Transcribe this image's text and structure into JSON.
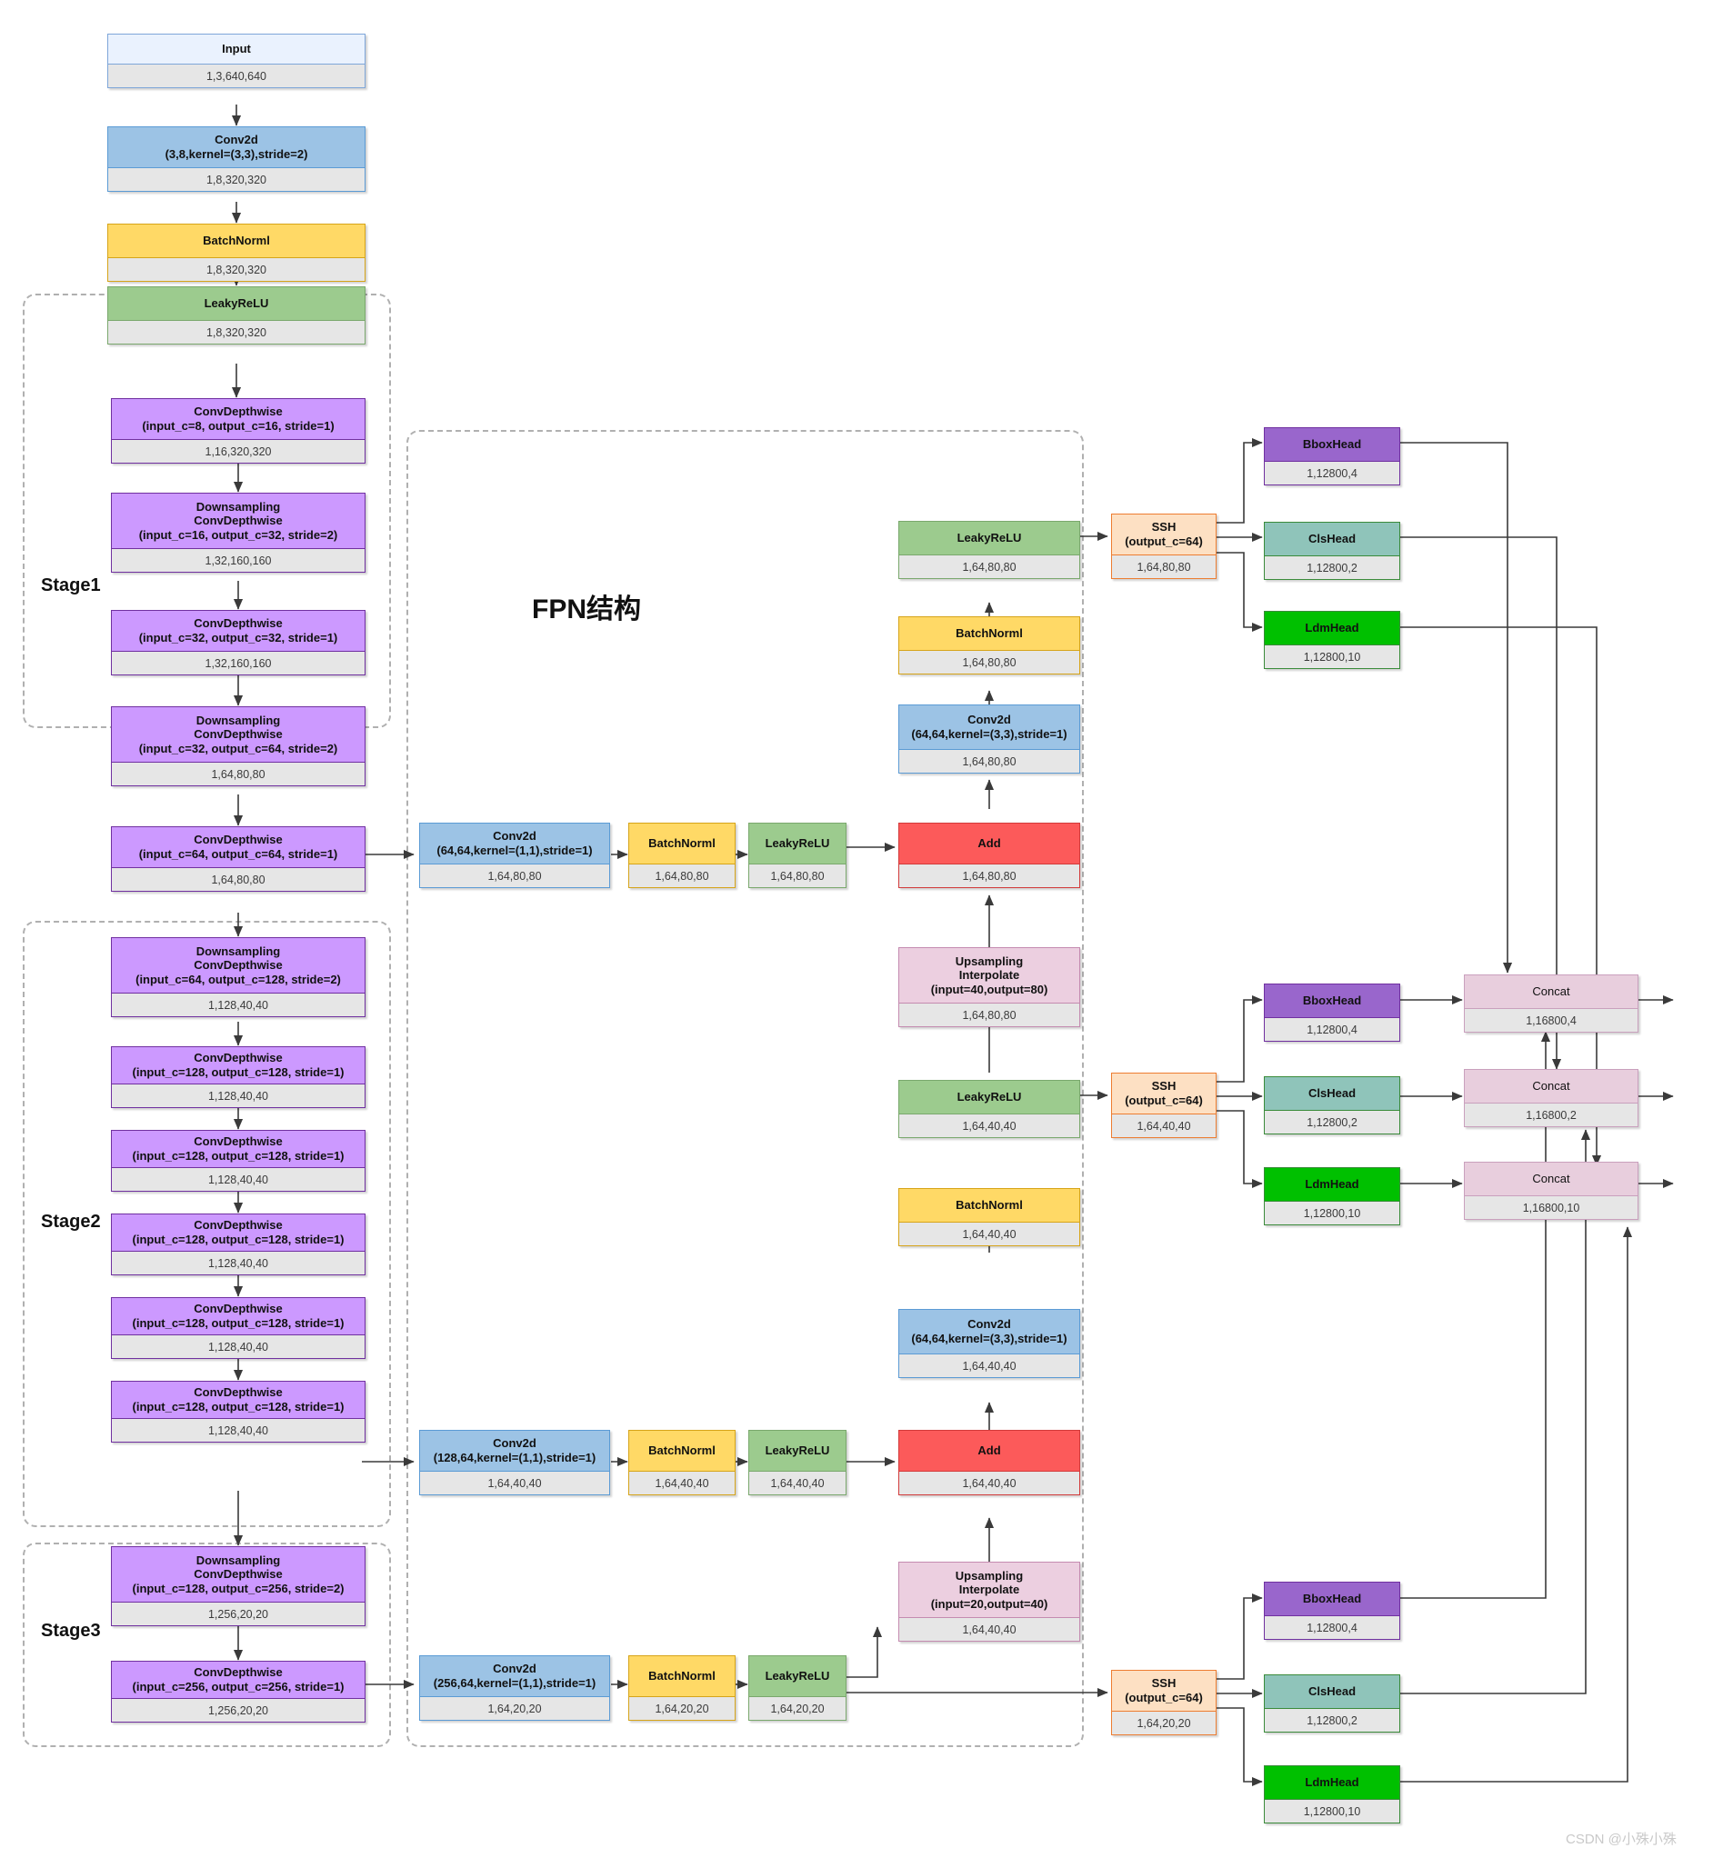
{
  "diagram": {
    "fpn_title": "FPN结构",
    "watermark": "CSDN @小殊小殊",
    "groups": [
      {
        "label": "Stage1"
      },
      {
        "label": "Stage2"
      },
      {
        "label": "Stage3"
      }
    ]
  },
  "nodes": {
    "input": {
      "title": "Input",
      "shape": "1,3,640,640"
    },
    "stem_conv": {
      "title": "Conv2d\n(3,8,kernel=(3,3),stride=2)",
      "shape": "1,8,320,320"
    },
    "stem_bn": {
      "title": "BatchNorml",
      "shape": "1,8,320,320"
    },
    "stem_relu": {
      "title": "LeakyReLU",
      "shape": "1,8,320,320"
    },
    "s1_dw1": {
      "title": "ConvDepthwise\n(input_c=8, output_c=16, stride=1)",
      "shape": "1,16,320,320"
    },
    "s1_dw2": {
      "title": "Downsampling\nConvDepthwise\n(input_c=16, output_c=32, stride=2)",
      "shape": "1,32,160,160"
    },
    "s1_dw3": {
      "title": "ConvDepthwise\n(input_c=32, output_c=32, stride=1)",
      "shape": "1,32,160,160"
    },
    "s1_dw4": {
      "title": "Downsampling\nConvDepthwise\n(input_c=32, output_c=64, stride=2)",
      "shape": "1,64,80,80"
    },
    "s1_dw5": {
      "title": "ConvDepthwise\n(input_c=64, output_c=64, stride=1)",
      "shape": "1,64,80,80"
    },
    "s2_dw1": {
      "title": "Downsampling\nConvDepthwise\n(input_c=64, output_c=128, stride=2)",
      "shape": "1,128,40,40"
    },
    "s2_dw2": {
      "title": "ConvDepthwise\n(input_c=128, output_c=128, stride=1)",
      "shape": "1,128,40,40"
    },
    "s2_dw3": {
      "title": "ConvDepthwise\n(input_c=128, output_c=128, stride=1)",
      "shape": "1,128,40,40"
    },
    "s2_dw4": {
      "title": "ConvDepthwise\n(input_c=128, output_c=128, stride=1)",
      "shape": "1,128,40,40"
    },
    "s2_dw5": {
      "title": "ConvDepthwise\n(input_c=128, output_c=128, stride=1)",
      "shape": "1,128,40,40"
    },
    "s2_dw6": {
      "title": "ConvDepthwise\n(input_c=128, output_c=128, stride=1)",
      "shape": "1,128,40,40"
    },
    "s3_dw1": {
      "title": "Downsampling\nConvDepthwise\n(input_c=128, output_c=256, stride=2)",
      "shape": "1,256,20,20"
    },
    "s3_dw2": {
      "title": "ConvDepthwise\n(input_c=256, output_c=256, stride=1)",
      "shape": "1,256,20,20"
    },
    "l1_conv": {
      "title": "Conv2d\n(64,64,kernel=(1,1),stride=1)",
      "shape": "1,64,80,80"
    },
    "l1_bn": {
      "title": "BatchNorml",
      "shape": "1,64,80,80"
    },
    "l1_relu": {
      "title": "LeakyReLU",
      "shape": "1,64,80,80"
    },
    "l2_conv": {
      "title": "Conv2d\n(128,64,kernel=(1,1),stride=1)",
      "shape": "1,64,40,40"
    },
    "l2_bn": {
      "title": "BatchNorml",
      "shape": "1,64,40,40"
    },
    "l2_relu": {
      "title": "LeakyReLU",
      "shape": "1,64,40,40"
    },
    "l3_conv": {
      "title": "Conv2d\n(256,64,kernel=(1,1),stride=1)",
      "shape": "1,64,20,20"
    },
    "l3_bn": {
      "title": "BatchNorml",
      "shape": "1,64,20,20"
    },
    "l3_relu": {
      "title": "LeakyReLU",
      "shape": "1,64,20,20"
    },
    "up_40_80": {
      "title": "Upsampling\nInterpolate\n(input=40,output=80)",
      "shape": "1,64,80,80"
    },
    "up_20_40": {
      "title": "Upsampling\nInterpolate\n(input=20,output=40)",
      "shape": "1,64,40,40"
    },
    "add_p1": {
      "title": "Add",
      "shape": "1,64,80,80"
    },
    "m1_conv": {
      "title": "Conv2d\n(64,64,kernel=(3,3),stride=1)",
      "shape": "1,64,80,80"
    },
    "m1_bn": {
      "title": "BatchNorml",
      "shape": "1,64,80,80"
    },
    "m1_relu": {
      "title": "LeakyReLU",
      "shape": "1,64,80,80"
    },
    "add_p2": {
      "title": "Add",
      "shape": "1,64,40,40"
    },
    "m2_conv": {
      "title": "Conv2d\n(64,64,kernel=(3,3),stride=1)",
      "shape": "1,64,40,40"
    },
    "m2_bn": {
      "title": "BatchNorml",
      "shape": "1,64,40,40"
    },
    "m2_relu": {
      "title": "LeakyReLU",
      "shape": "1,64,40,40"
    },
    "ssh1": {
      "title": "SSH\n(output_c=64)",
      "shape": "1,64,80,80"
    },
    "ssh2": {
      "title": "SSH\n(output_c=64)",
      "shape": "1,64,40,40"
    },
    "ssh3": {
      "title": "SSH\n(output_c=64)",
      "shape": "1,64,20,20"
    },
    "bbox1": {
      "title": "BboxHead",
      "shape": "1,12800,4"
    },
    "cls1": {
      "title": "ClsHead",
      "shape": "1,12800,2"
    },
    "ldm1": {
      "title": "LdmHead",
      "shape": "1,12800,10"
    },
    "bbox2": {
      "title": "BboxHead",
      "shape": "1,12800,4"
    },
    "cls2": {
      "title": "ClsHead",
      "shape": "1,12800,2"
    },
    "ldm2": {
      "title": "LdmHead",
      "shape": "1,12800,10"
    },
    "bbox3": {
      "title": "BboxHead",
      "shape": "1,12800,4"
    },
    "cls3": {
      "title": "ClsHead",
      "shape": "1,12800,2"
    },
    "ldm3": {
      "title": "LdmHead",
      "shape": "1,12800,10"
    },
    "concat_bbox": {
      "title": "Concat",
      "shape": "1,16800,4"
    },
    "concat_cls": {
      "title": "Concat",
      "shape": "1,16800,2"
    },
    "concat_ldm": {
      "title": "Concat",
      "shape": "1,16800,10"
    }
  }
}
